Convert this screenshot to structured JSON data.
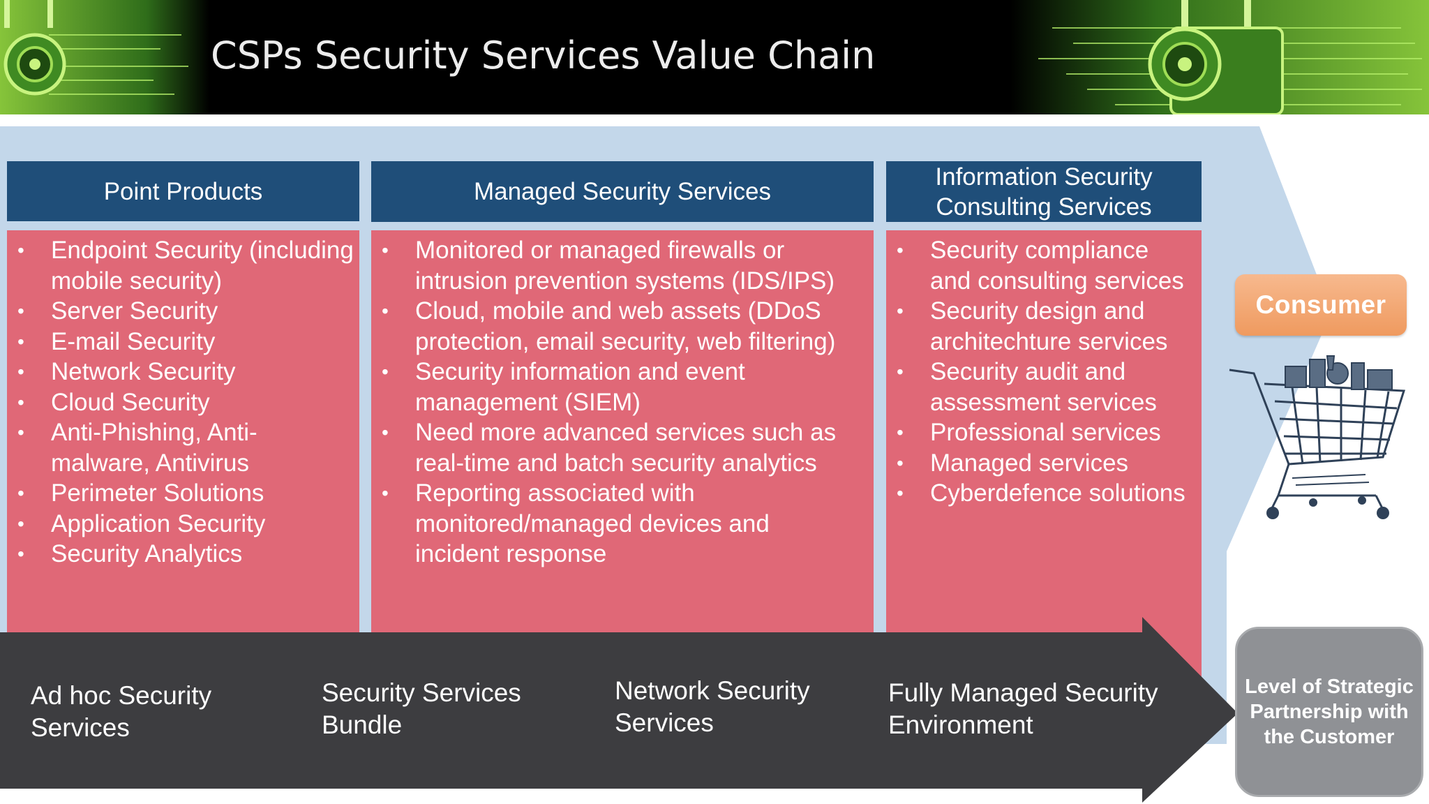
{
  "title": "CSPs Security Services Value Chain",
  "columns": [
    {
      "header": "Point Products",
      "items": [
        "Endpoint Security (including mobile security)",
        "Server Security",
        "E-mail Security",
        "Network Security",
        "Cloud Security",
        "Anti-Phishing, Anti-malware, Antivirus",
        "Perimeter Solutions",
        "Application Security",
        "Security Analytics"
      ]
    },
    {
      "header": "Managed Security Services",
      "items": [
        "Monitored or managed firewalls or intrusion prevention systems (IDS/IPS)",
        "Cloud, mobile and web assets (DDoS protection, email security, web filtering)",
        "Security information and event management (SIEM)",
        "Need more advanced services such as real-time and batch security analytics",
        "Reporting associated with monitored/managed devices and incident response"
      ]
    },
    {
      "header": "Information Security Consulting Services",
      "items": [
        "Security compliance and consulting services",
        "Security design and architechture services",
        "Security audit and assessment services",
        "Professional services",
        "Managed services",
        "Cyberdefence solutions"
      ]
    }
  ],
  "stages": [
    "Ad hoc Security Services",
    "Security Services Bundle",
    "Network Security Services",
    "Fully Managed Security Environment"
  ],
  "consumer_label": "Consumer",
  "partnership_label": "Level of Strategic Partnership with the Customer",
  "colors": {
    "header_bg": "#000000",
    "band_light_blue": "#c3d7ea",
    "column_header": "#1f4e79",
    "column_body": "#e06877",
    "arrow": "#3d3d40",
    "consumer": "#ef9a5f",
    "partnership": "#8f9195"
  }
}
